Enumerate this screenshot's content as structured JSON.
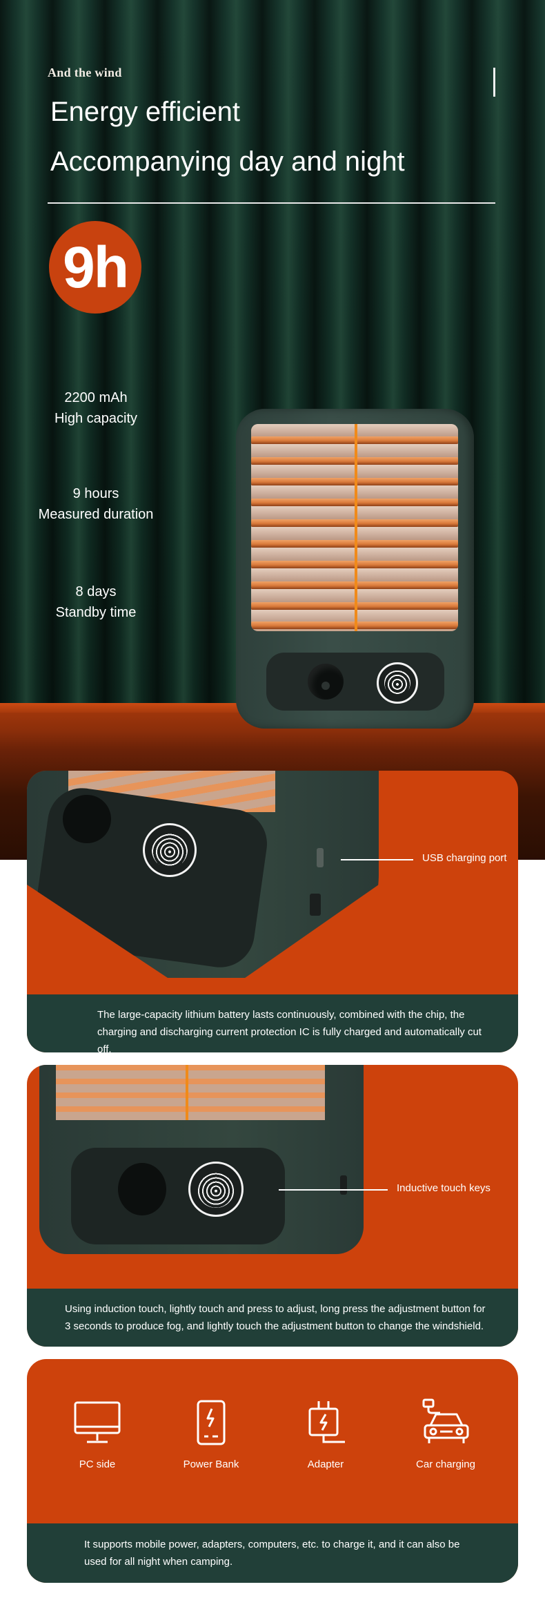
{
  "hero": {
    "kicker": "And the wind",
    "title_line1": "Energy efficient",
    "title_line2": "Accompanying day and night",
    "badge": "9h",
    "specs": [
      {
        "line1": "2200 mAh",
        "line2": "High capacity"
      },
      {
        "line1": "9 hours",
        "line2": "Measured duration"
      },
      {
        "line1": "8 days",
        "line2": "Standby time"
      }
    ]
  },
  "feature_usb": {
    "callout": "USB charging port",
    "description": "The large-capacity lithium battery lasts continuously, combined with the chip, the charging and discharging current protection IC is fully charged and automatically cut off."
  },
  "feature_touch": {
    "callout": "Inductive touch keys",
    "description": "Using induction touch, lightly touch and press to adjust, long press the adjustment button for 3 seconds to produce fog, and lightly touch the adjustment button to change the windshield."
  },
  "charging": {
    "options": [
      {
        "label": "PC side",
        "icon": "monitor-icon"
      },
      {
        "label": "Power Bank",
        "icon": "power-bank-icon"
      },
      {
        "label": "Adapter",
        "icon": "adapter-icon"
      },
      {
        "label": "Car charging",
        "icon": "car-icon"
      }
    ],
    "description": "It supports mobile power, adapters, computers, etc. to charge it, and it can also be used for all night when camping."
  },
  "colors": {
    "accent_orange": "#cd420c",
    "dark_green": "#213f38",
    "curtain_green": "#15332a"
  }
}
